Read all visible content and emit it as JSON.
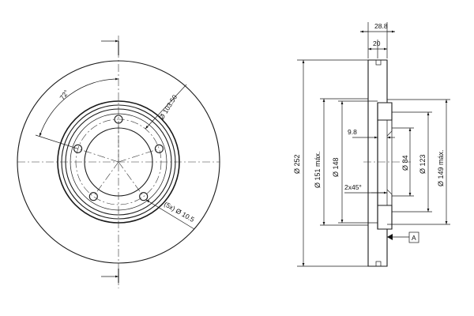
{
  "front_view": {
    "angle_label": "72°",
    "bolt_circle_label": "Ø 103.50",
    "bolt_holes_label": "(5x) Ø 10.5"
  },
  "section_view": {
    "width_total": "28.8",
    "width_hub": "20",
    "dia_outer": "Ø 252",
    "dia_friction_inner": "Ø 151 máx.",
    "dia_148": "Ø 148",
    "dim_9_8": "9.8",
    "dia_84": "Ø 84",
    "chamfer": "2x45°",
    "dia_123": "Ø 123",
    "dia_149": "Ø 149 máx.",
    "datum": "A"
  }
}
